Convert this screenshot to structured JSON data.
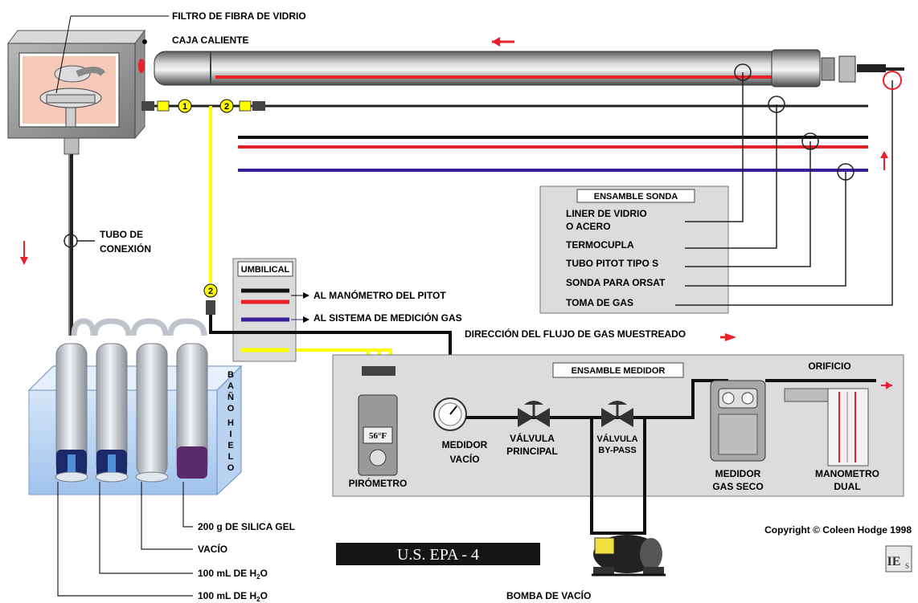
{
  "labels": {
    "filter": "FILTRO DE FIBRA DE VIDRIO",
    "hot_box": "CAJA CALIENTE",
    "tube_line1": "TUBO DE",
    "tube_line2": "CONEXIÓN",
    "umbilical": "UMBILICAL",
    "pitot_gauge": "AL MANÓMETRO DEL PITOT",
    "gas_system": "AL SISTEMA DE MEDICIÓN GAS",
    "flow_direction": "DIRECCIÓN DEL FLUJO DE GAS MUESTREADO",
    "ice_bath_letters": [
      "B",
      "A",
      "Ñ",
      "O",
      "",
      "H",
      "I",
      "E",
      "L",
      "O"
    ],
    "silica": "200 g DE SILICA GEL",
    "empty": "VACÍO",
    "water_prefix": "100 mL DE H",
    "water_sub": "2",
    "water_suffix": "O",
    "vacuum_pump": "BOMBA DE VACÍO",
    "pyrometer": "PIRÓMETRO",
    "pyro_display": "56°F",
    "vacuum_gauge_1": "MEDIDOR",
    "vacuum_gauge_2": "VACÍO",
    "main_valve_1": "VÁLVULA",
    "main_valve_2": "PRINCIPAL",
    "bypass_valve_1": "VÁLVULA",
    "bypass_valve_2": "BY-PASS",
    "dry_gas_1": "MEDIDOR",
    "dry_gas_2": "GAS SECO",
    "dual_1": "MANOMETRO",
    "dual_2": "DUAL",
    "orifice": "ORIFICIO",
    "copyright": "Copyright © Coleen Hodge 1998",
    "epa": "U.S. EPA - 4",
    "logo": "IE",
    "logo_sub": "S",
    "num_1": "1",
    "num_2": "2"
  },
  "probe_assembly": {
    "title": "ENSAMBLE SONDA",
    "items": [
      "LINER DE VIDRIO",
      "O ACERO",
      "TERMOCUPLA",
      "TUBO PITOT TIPO S",
      "SONDA PARA ORSAT",
      "TOMA DE GAS"
    ]
  },
  "meter_assembly": {
    "title": "ENSAMBLE MEDIDOR"
  },
  "colors": {
    "umbilical_yellow": "#ffff00",
    "arrow_red": "#e8202a",
    "probe_red": "#e8202a",
    "probe_blue": "#3a1f9a",
    "box_gray": "#dcdcdc",
    "silica_purple": "#5a2a6a"
  }
}
